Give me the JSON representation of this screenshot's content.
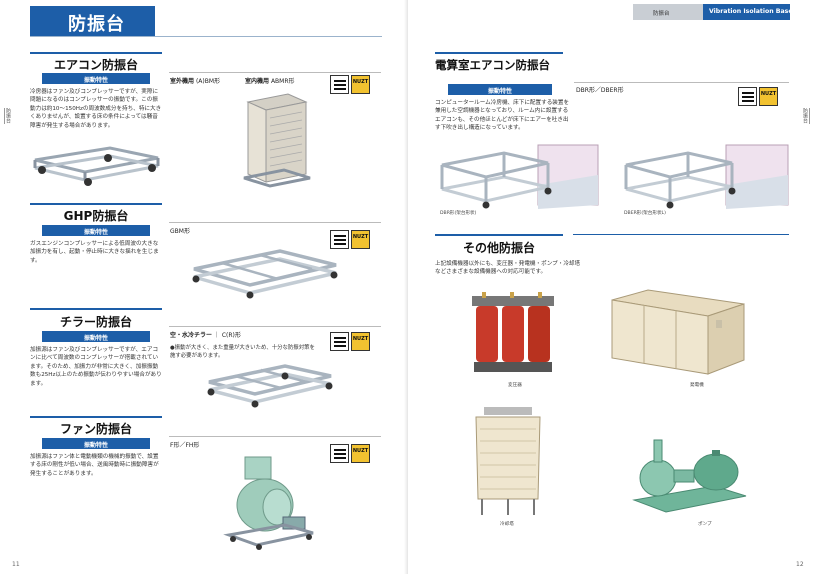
{
  "left_page": {
    "title": "防振台",
    "side_tab": "防振台",
    "page_number": "11",
    "sections": {
      "aircon": {
        "heading": "エアコン防振台",
        "badge": "振動特性",
        "description": "冷房器はファン及びコンプレッサーですが、実際に問題になるのはコンプレッサーの振動です。この振動力は約10～150Hzの周波数成分を持ち、特に大きくありませんが、設置する床の条件によっては騒音障害が発生する場合があります。",
        "model_outdoor": "室外機用",
        "model_outdoor_value": "(A)BM形",
        "model_indoor": "室内機用",
        "model_indoor_value": "ABMR形"
      },
      "ghp": {
        "heading": "GHP防振台",
        "badge": "振動特性",
        "description": "ガスエンジンコンプレッサーによる低周波の大きな加振力を有し、起動・停止時に大きな揺れを生じます。",
        "model": "GBM形"
      },
      "chiller": {
        "heading": "チラー防振台",
        "badge": "振動特性",
        "description": "加振源はファン及びコンプレッサーですが、エアコンに比べて周波数のコンプレッサーが搭載されています。そのため、加振力が非常に大きく、加振振動数も25Hz以上のため振動が伝わりやすい場合があります。",
        "model_type": "空・水冷チラー",
        "model_value": "C(R)形",
        "note": "●振動が大きく、また重量が大きいため、十分な防振対策を施す必要があります。"
      },
      "fan": {
        "heading": "ファン防振台",
        "badge": "振動特性",
        "description": "加振源はファン体と電動機類の機械的振動で、設置する床の剛性が低い場合、送風時動時に振動障害が発生することがあります。",
        "model": "F形／FH形"
      }
    }
  },
  "right_page": {
    "header_left": "防振台",
    "header_right": "Vibration Isolation Bases",
    "side_tab": "防振台",
    "page_number": "12",
    "sections": {
      "computer_room": {
        "heading": "電算室エアコン防振台",
        "badge": "振動特性",
        "description": "コンピュータールーム冷房機、床下に配置する装置を兼用した空調機器となっており、ルーム内に設置するエアコンも、その他ほとんどが床下にエアーを吐き出す下吹き出し構造になっています。",
        "model": "DBR形／DBER形",
        "caption_1": "DBR形(架台形状)",
        "caption_2": "DBER形(架台形状L)"
      },
      "other": {
        "heading": "その他防振台",
        "description": "上記設備機器以外にも、変圧器・発電機・ポンプ・冷却塔などさまざまな設備機器への対応可能です。",
        "caption_transformer": "変圧器",
        "caption_generator": "発電機",
        "caption_cooling_tower": "冷却塔",
        "caption_pump": "ポンプ"
      }
    },
    "cert_labels": {
      "mark2": "NUZT"
    }
  },
  "colors": {
    "brand_blue": "#1d5ea8",
    "frame_silver": "#b9c3cc",
    "transformer_red": "#c83a2a",
    "equipment_green": "#6fb59a"
  }
}
